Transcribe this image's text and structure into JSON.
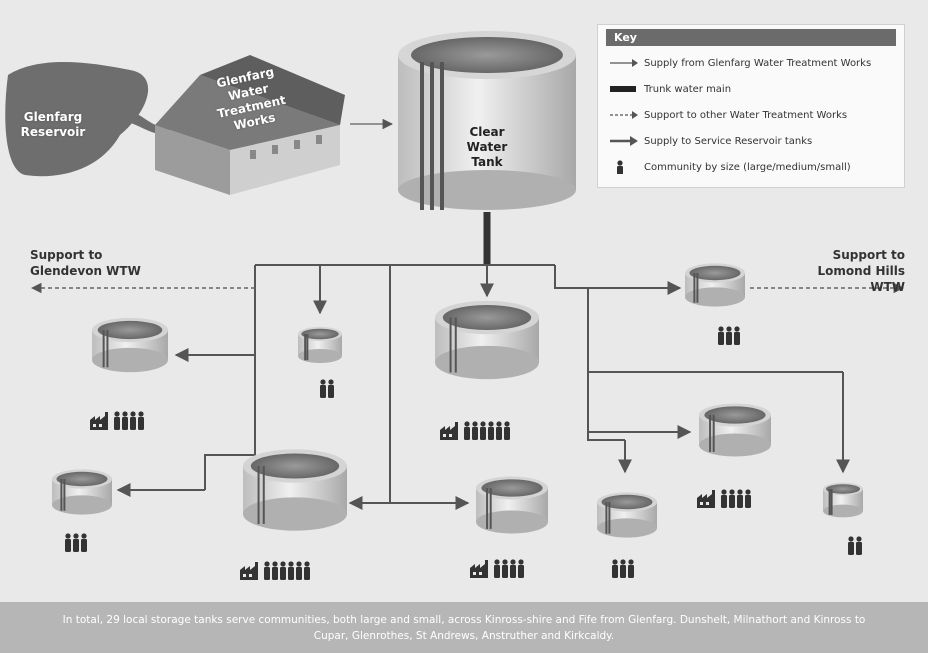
{
  "labels": {
    "reservoir": "Glenfarg Reservoir",
    "works": "Glenfarg Water Treatment Works",
    "tank": "Clear Water Tank",
    "support_left": "Support to Glendevon WTW",
    "support_right": "Support to Lomond Hills WTW"
  },
  "key": {
    "title": "Key",
    "items": [
      {
        "label": "Supply from Glenfarg Water Treatment Works",
        "symbol": "thin-arrow-icon"
      },
      {
        "label": "Trunk water main",
        "symbol": "thick-line-icon"
      },
      {
        "label": "Support to other Water Treatment Works",
        "symbol": "dashed-arrow-icon"
      },
      {
        "label": "Supply to Service Reservoir tanks",
        "symbol": "arrow-icon"
      },
      {
        "label": "Community by size (large/medium/small)",
        "symbol": "person-icon"
      }
    ]
  },
  "footer": {
    "text": "In total, 29 local storage tanks serve communities, both large and small, across Kinross-shire and Fife from Glenfarg. Dunshelt, Milnathort and Kinross to Cupar, Glenrothes, St Andrews, Anstruther and Kirkcaldy."
  },
  "colors": {
    "background": "#e9e9e9",
    "key_header": "#6b6b6b",
    "footer": "#b6b6b6",
    "line": "#555555"
  }
}
